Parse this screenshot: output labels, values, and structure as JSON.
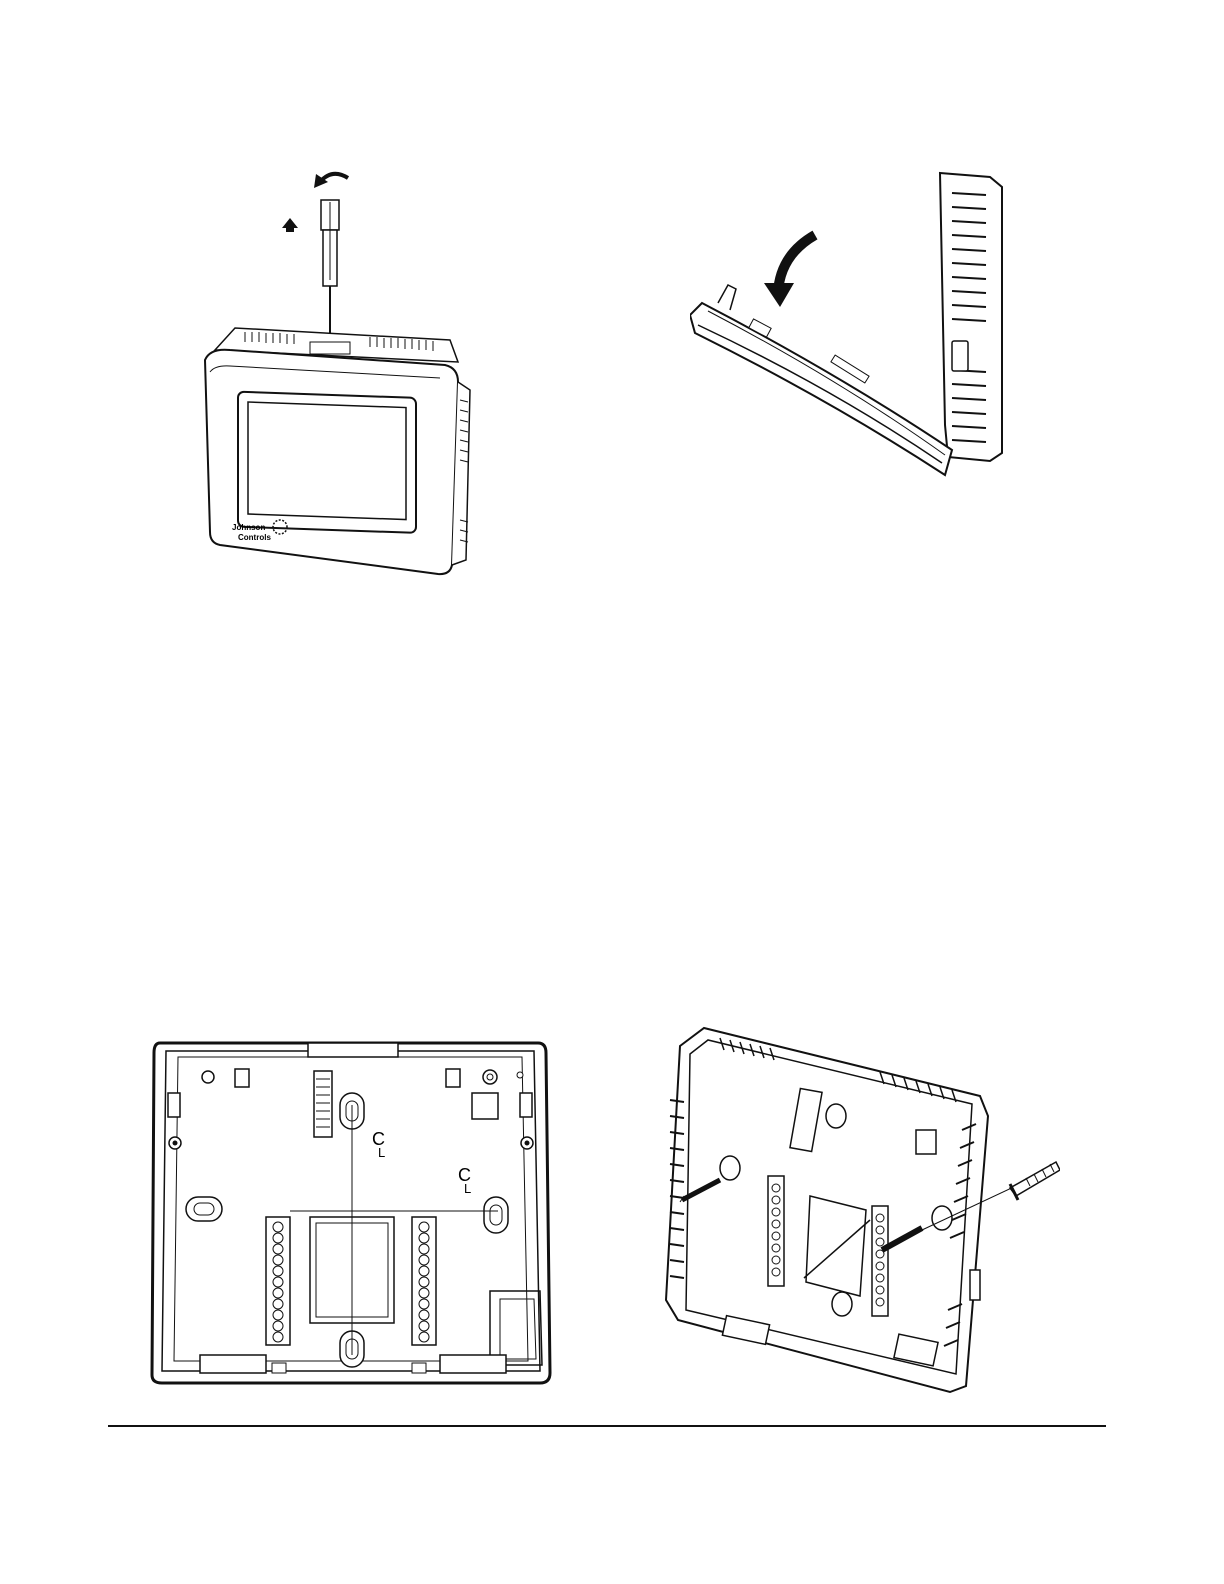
{
  "figures": [
    {
      "icon": "thermostat-screwdriver-removal-illustration"
    },
    {
      "icon": "cover-hinge-rotation-illustration"
    },
    {
      "icon": "base-plate-mounting-holes-illustration",
      "centerline_marks": [
        "C",
        "L"
      ]
    },
    {
      "icon": "base-plate-wall-anchor-illustration"
    }
  ],
  "logo": {
    "line1": "Johnson",
    "line2": "Controls"
  },
  "centerline": {
    "vertical": "C",
    "vertical_sub": "L",
    "horizontal": "C",
    "horizontal_sub": "L"
  }
}
